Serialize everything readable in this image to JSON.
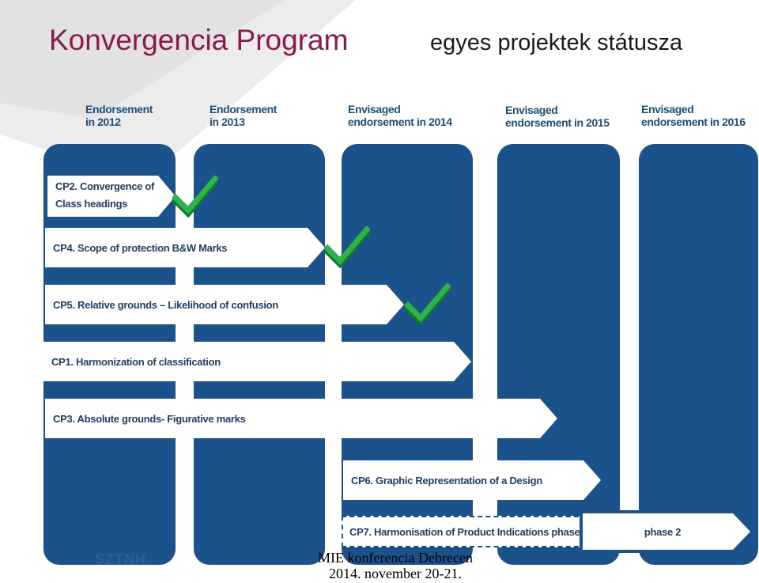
{
  "header": {
    "title_left": "Konvergencia Program",
    "title_right": "egyes projektek státusza"
  },
  "columns": [
    {
      "line1": "Endorsement",
      "line2": "in 2012"
    },
    {
      "line1": "Endorsement",
      "line2": "in 2013"
    },
    {
      "line1": "Envisaged",
      "line2": "endorsement in 2014"
    },
    {
      "line1": "Envisaged",
      "line2": "endorsement in 2015"
    },
    {
      "line1": "Envisaged",
      "line2": "endorsement in 2016"
    }
  ],
  "projects": {
    "cp2": {
      "line1": "CP2. Convergence of",
      "line2": "Class headings",
      "status": "completed"
    },
    "cp4": {
      "label": "CP4. Scope of protection  B&W Marks",
      "status": "completed"
    },
    "cp5": {
      "label": "CP5. Relative grounds – Likelihood of confusion",
      "status": "completed"
    },
    "cp1": {
      "label": "CP1. Harmonization of classification"
    },
    "cp3": {
      "label": "CP3. Absolute grounds- Figurative marks"
    },
    "cp6": {
      "label": "CP6. Graphic Representation of a Design"
    },
    "cp7": {
      "label": "CP7. Harmonisation of Product Indications phase",
      "next_phase": "phase 2"
    }
  },
  "footer": {
    "line1": "MIE konferencia Debrecen",
    "line2": "2014. november 20-21."
  },
  "logo_text": "SZTNH",
  "colors": {
    "column": "#1c528c",
    "title": "#8b1a4a",
    "check": "#2db34a",
    "check_shadow": "#0f7a2a"
  },
  "icons": {
    "check": "check-icon"
  }
}
